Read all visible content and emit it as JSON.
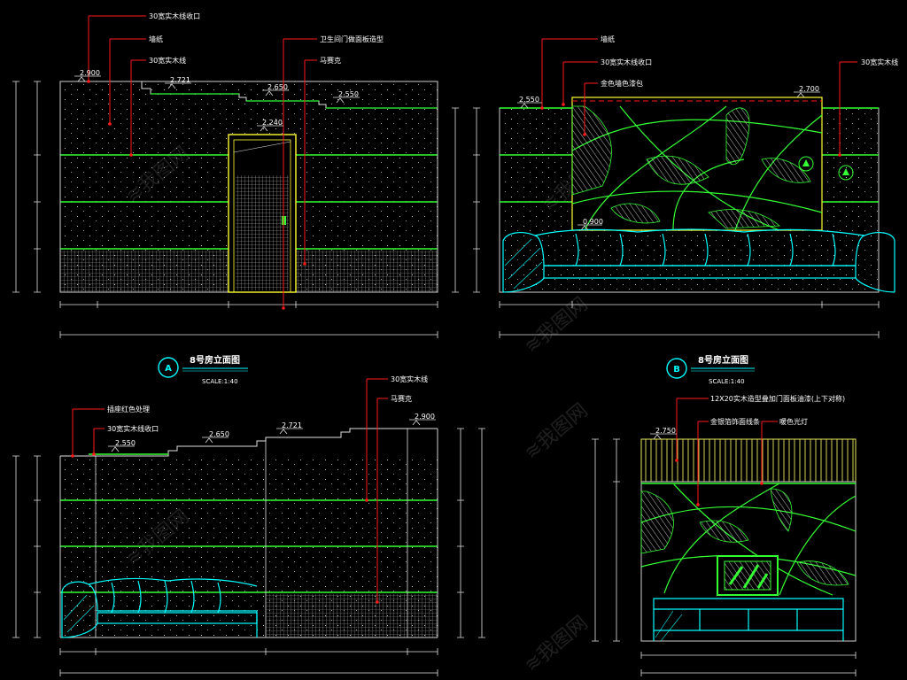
{
  "views": {
    "tl": {
      "labels": [
        "30宽实木线收口",
        "墙纸",
        "卫生间门做面板造型",
        "30宽实木线",
        "马赛克"
      ],
      "levels": [
        "2.900",
        "2.721",
        "2.650",
        "2.550",
        "2.240"
      ]
    },
    "tr": {
      "labels": [
        "墙纸",
        "30宽实木线收口",
        "金色墙色漆包",
        "30宽实木线"
      ],
      "levels": [
        "2.550",
        "2.700",
        "0.900"
      ]
    },
    "a": {
      "label": "A",
      "title": "8号房立面图",
      "scale": "SCALE:1:40"
    },
    "b": {
      "label": "B",
      "title": "8号房立面图",
      "scale": "SCALE:1:40"
    },
    "bl": {
      "labels": [
        "插座红色处理",
        "30宽实木线收口",
        "30宽实木线",
        "马赛克"
      ],
      "levels": [
        "2.550",
        "2.650",
        "2.721",
        "2.900"
      ]
    },
    "br": {
      "labels": [
        "12X20实木造型叠加门面板油漆(上下对称)",
        "金银箔饰面线条",
        "暖色光灯"
      ],
      "levels": [
        "2.750"
      ]
    }
  },
  "colors": {
    "wall_green": "#33ff33",
    "hatch_white": "#d8d8d8",
    "cyan": "#00ffff",
    "yellow": "#ffff33",
    "leader_red": "#ff1a1a",
    "dim_white": "#e0e0e0"
  }
}
